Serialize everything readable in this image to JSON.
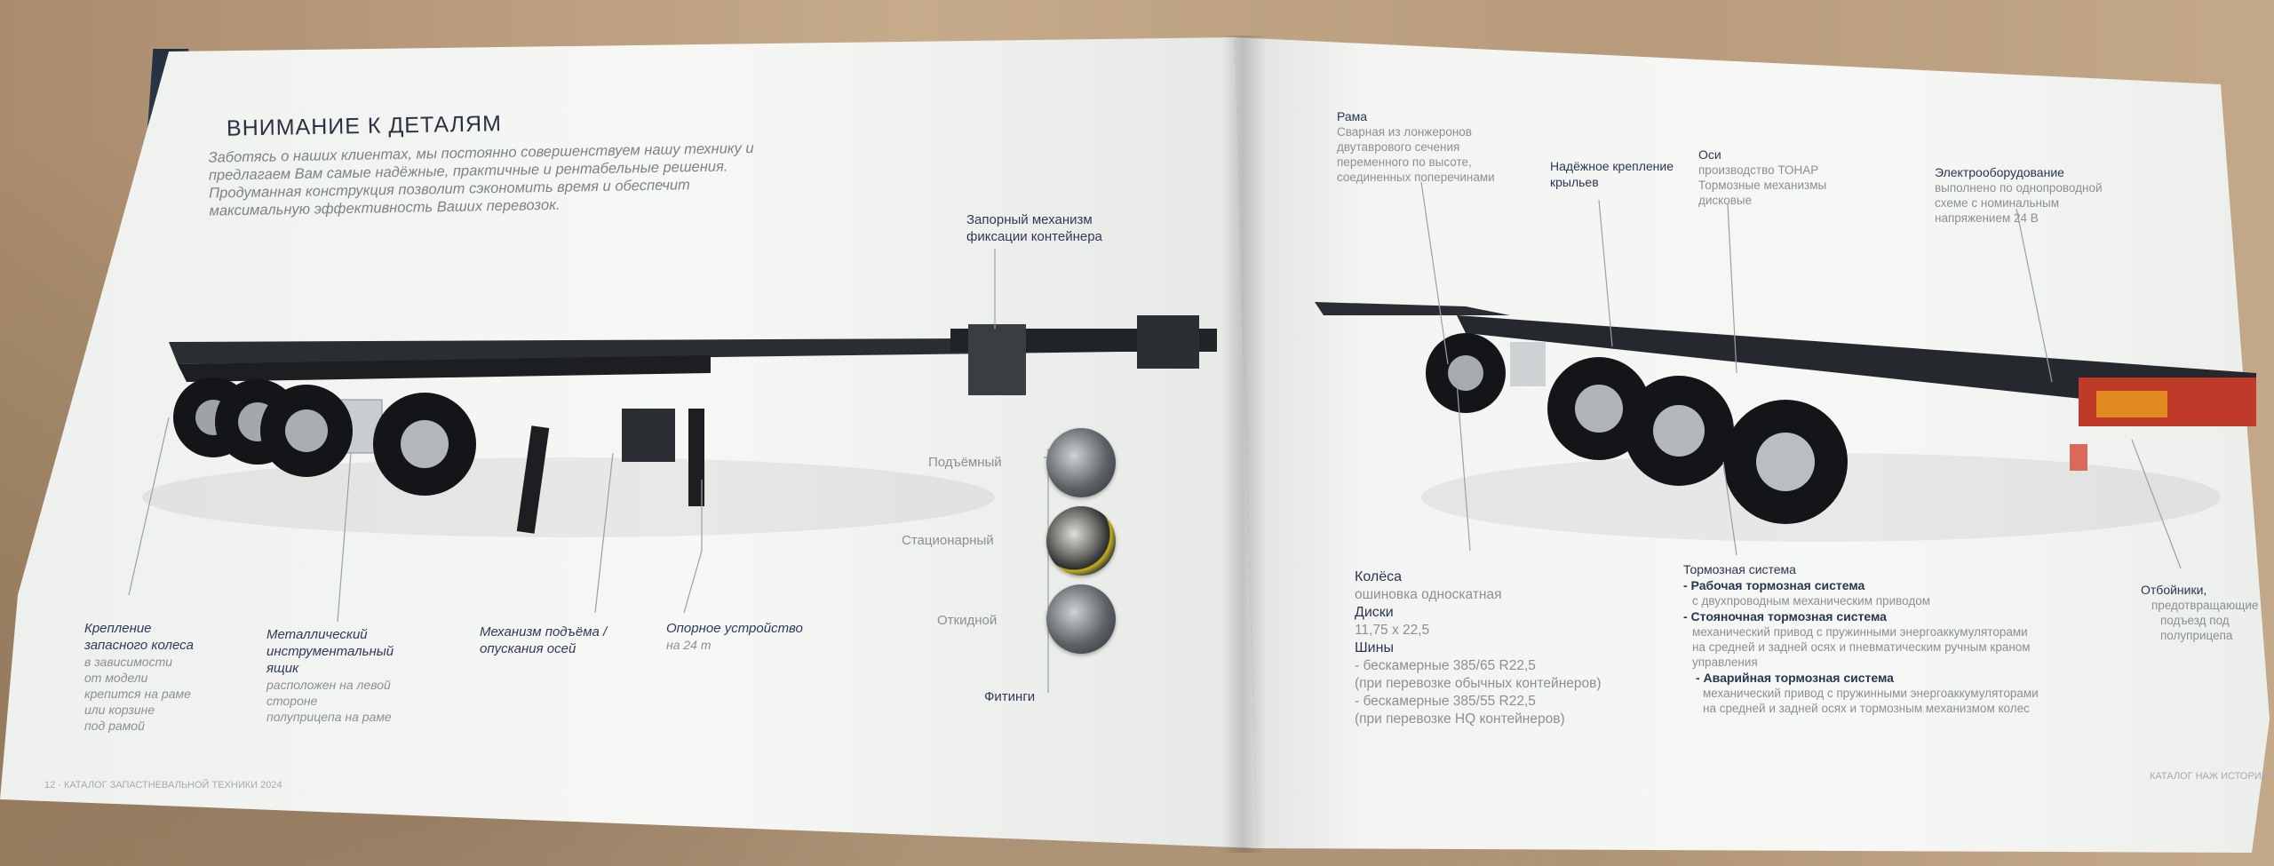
{
  "left_page": {
    "heading": "ВНИМАНИЕ К ДЕТАЛЯМ",
    "intro": "Заботясь о наших клиентах, мы постоянно совершенствуем нашу технику и предлагаем Вам самые надёжные, практичные и рентабельные решения. Продуманная конструкция позволит сэкономить время и обеспечит максимальную эффективность Ваших перевозок.",
    "locking": {
      "line1": "Запорный механизм",
      "line2": "фиксации контейнера"
    },
    "thumbs": [
      {
        "label": "Подъёмный"
      },
      {
        "label": "Стационарный"
      },
      {
        "label": "Откидной"
      }
    ],
    "fittings": "Фитинги",
    "spare_wheel": {
      "title1": "Крепление",
      "title2": "запасного колеса",
      "d1": "в зависимости",
      "d2": "от модели",
      "d3": "крепится на раме",
      "d4": "или корзине",
      "d5": "под рамой"
    },
    "toolbox": {
      "title1": "Металлический",
      "title2": "инструментальный",
      "title3": "ящик",
      "d1": "расположен на левой",
      "d2": "стороне",
      "d3": "полуприцепа на раме"
    },
    "axle_lift": {
      "title1": "Механизм подъёма /",
      "title2": "опускания осей"
    },
    "support": {
      "title": "Опорное устройство",
      "desc": "на 24 т"
    },
    "footer": "12 · КАТАЛОГ ЗАПАСТНЕВАЛЬНОЙ ТЕХНИКИ 2024"
  },
  "right_page": {
    "frame": {
      "title": "Рама",
      "d1": "Сварная из лонжеронов",
      "d2": "двутаврового сечения",
      "d3": "переменного по высоте,",
      "d4": "соединенных поперечинами"
    },
    "wings": {
      "l1": "Надёжное крепление",
      "l2": "крыльев"
    },
    "axles": {
      "title": "Оси",
      "d1": "производство ТОНАР",
      "d2": "Тормозные механизмы",
      "d3": "дисковые"
    },
    "electrical": {
      "title": "Электрооборудование",
      "d1": "выполнено по однопроводной",
      "d2": "схеме с номинальным",
      "d3": "напряжением 24 В"
    },
    "wheels": {
      "title": "Колёса",
      "desc": "ошиновка односкатная",
      "disks_title": "Диски",
      "disks": "11,75 х 22,5",
      "tires_title": "Шины",
      "t1": "- бескамерные 385/65 R22,5",
      "t2": "(при перевозке обычных контейнеров)",
      "t3": "- бескамерные 385/55 R22,5",
      "t4": "(при перевозке HQ контейнеров)"
    },
    "brakes": {
      "title": "Тормозная система",
      "work_title": "- Рабочая тормозная система",
      "work_desc": "с двухпроводным механическим приводом",
      "park_title": "- Стояночная тормозная система",
      "park_d1": "механический привод с пружинными энергоаккумуляторами",
      "park_d2": "на средней и задней осях и пневматическим ручным краном",
      "park_d3": "управления",
      "emerg_title": "- Аварийная тормозная система",
      "emerg_d1": "механический привод с пружинными энергоаккумуляторами",
      "emerg_d2": "на средней и задней осях и тормозным механизмом колес"
    },
    "guards": {
      "title": "Отбойники,",
      "d1": "предотвращающие",
      "d2": "подъезд под",
      "d3": "полуприцепа"
    },
    "footer": "КАТАЛОГ НАЖ ИСТОРИЯ"
  }
}
